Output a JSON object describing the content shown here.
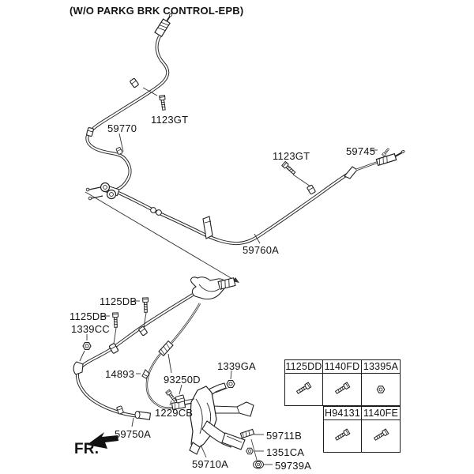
{
  "title": "(W/O PARKG BRK CONTROL-EPB)",
  "direction_indicator": "FR.",
  "parts": {
    "p59770": "59770",
    "p1123gt_top": "1123GT",
    "p1123gt_right": "1123GT",
    "p59745": "59745",
    "p59760a": "59760A",
    "p1125db_1": "1125DB",
    "p1125db_2": "1125DB",
    "p1339cc": "1339CC",
    "p14893": "14893",
    "p93250d": "93250D",
    "p1339ga": "1339GA",
    "p1229cb": "1229CB",
    "p59750a": "59750A",
    "p59710a": "59710A",
    "p59711b": "59711B",
    "p1351ca": "1351CA",
    "p59739a": "59739A"
  },
  "fastener_table": {
    "row1": {
      "headers": [
        "1125DD",
        "1140FD",
        "13395A"
      ],
      "icons": [
        "bolt",
        "bolt",
        "nut"
      ]
    },
    "row2": {
      "headers": [
        "H94131",
        "1140FE"
      ],
      "icons": [
        "bolt",
        "bolt"
      ]
    }
  },
  "colors": {
    "line": "#2b2b2b",
    "background": "#ffffff"
  }
}
